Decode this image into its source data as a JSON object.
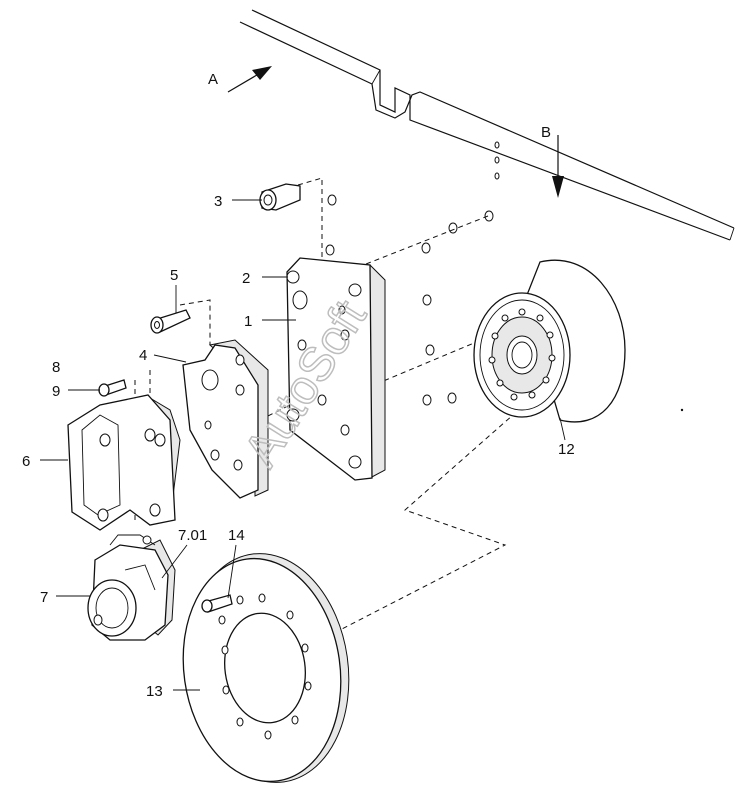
{
  "watermark": "AutoSoft",
  "callouts": {
    "c1": "1",
    "c2": "2",
    "c3": "3",
    "c4": "4",
    "c5": "5",
    "c6": "6",
    "c7": "7",
    "c7_01": "7.01",
    "c8": "8",
    "c9": "9",
    "c12": "12",
    "c13": "13",
    "c14": "14"
  },
  "view_arrows": {
    "a": "A",
    "b": "B"
  }
}
